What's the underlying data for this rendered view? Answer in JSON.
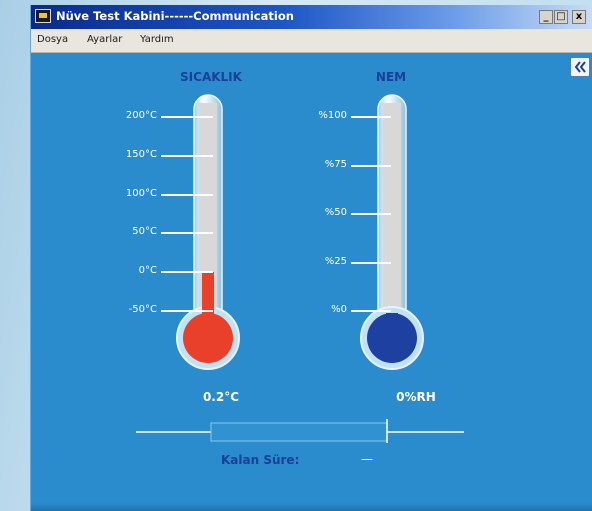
{
  "window": {
    "title": "Nüve Test Kabini------Communication",
    "min_btn": "_",
    "max_btn": "□",
    "close_btn": "x"
  },
  "menu": [
    "Dosya",
    "Ayarlar",
    "Yardım"
  ],
  "temperature": {
    "title": "SICAKLIK",
    "ticks": [
      "200°C",
      "150°C",
      "100°C",
      "50°C",
      "0°C",
      "-50°C"
    ],
    "scale_min": -50,
    "scale_max": 200,
    "value": 0.2,
    "reading": "0.2°C",
    "fill_color": "#e8402a"
  },
  "humidity": {
    "title": "NEM",
    "ticks": [
      "%100",
      "%75",
      "%50",
      "%25",
      "%0"
    ],
    "scale_min": 0,
    "scale_max": 100,
    "value": 0,
    "reading": "0%RH",
    "fill_color": "#1e40a0"
  },
  "remaining": {
    "label": "Kalan Süre:",
    "value": "—"
  },
  "icons": {
    "app": "app-window-icon",
    "collapse": "double-chevron-left-icon"
  }
}
